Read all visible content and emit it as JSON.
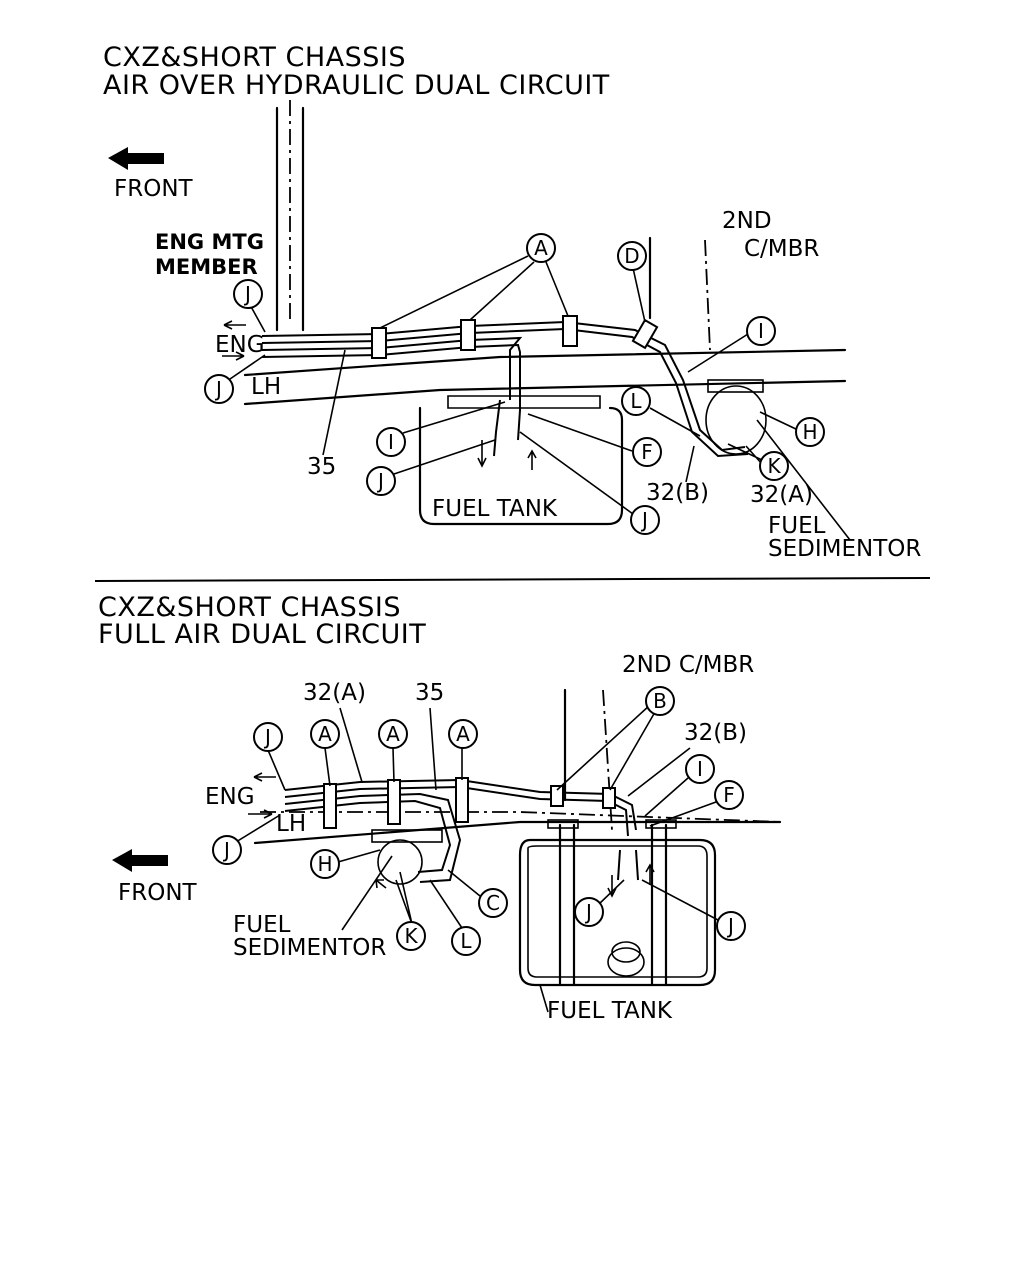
{
  "top": {
    "title_line1": "CXZ&SHORT CHASSIS",
    "title_line2": "AIR OVER HYDRAULIC DUAL CIRCUIT",
    "front": "FRONT",
    "eng_mtg_line1": "ENG MTG",
    "eng_mtg_line2": "MEMBER",
    "eng": "ENG",
    "lh": "LH",
    "num_35": "35",
    "fuel_tank": "FUEL TANK",
    "second_cmbr_line1": "2ND",
    "second_cmbr_line2": "C/MBR",
    "num_32b": "32(B)",
    "num_32a": "32(A)",
    "fuel_sed_line1": "FUEL",
    "fuel_sed_line2": "SEDIMENTOR",
    "callouts": {
      "A": "A",
      "D": "D",
      "I1": "I",
      "J1": "J",
      "J2": "J",
      "I2": "I",
      "J3": "J",
      "F": "F",
      "J4": "J",
      "L": "L",
      "H": "H",
      "K": "K"
    }
  },
  "bottom": {
    "title_line1": "CXZ&SHORT CHASSIS",
    "title_line2": "FULL AIR DUAL CIRCUIT",
    "front": "FRONT",
    "eng": "ENG",
    "lh": "LH",
    "num_32a": "32(A)",
    "num_35": "35",
    "num_32b": "32(B)",
    "second_cmbr": "2ND C/MBR",
    "fuel_sed_line1": "FUEL",
    "fuel_sed_line2": "SEDIMENTOR",
    "fuel_tank": "FUEL TANK",
    "callouts": {
      "J1": "J",
      "A1": "A",
      "A2": "A",
      "A3": "A",
      "B": "B",
      "I": "I",
      "F": "F",
      "J2": "J",
      "H": "H",
      "C": "C",
      "J3": "J",
      "J4": "J",
      "K": "K",
      "L": "L"
    }
  }
}
